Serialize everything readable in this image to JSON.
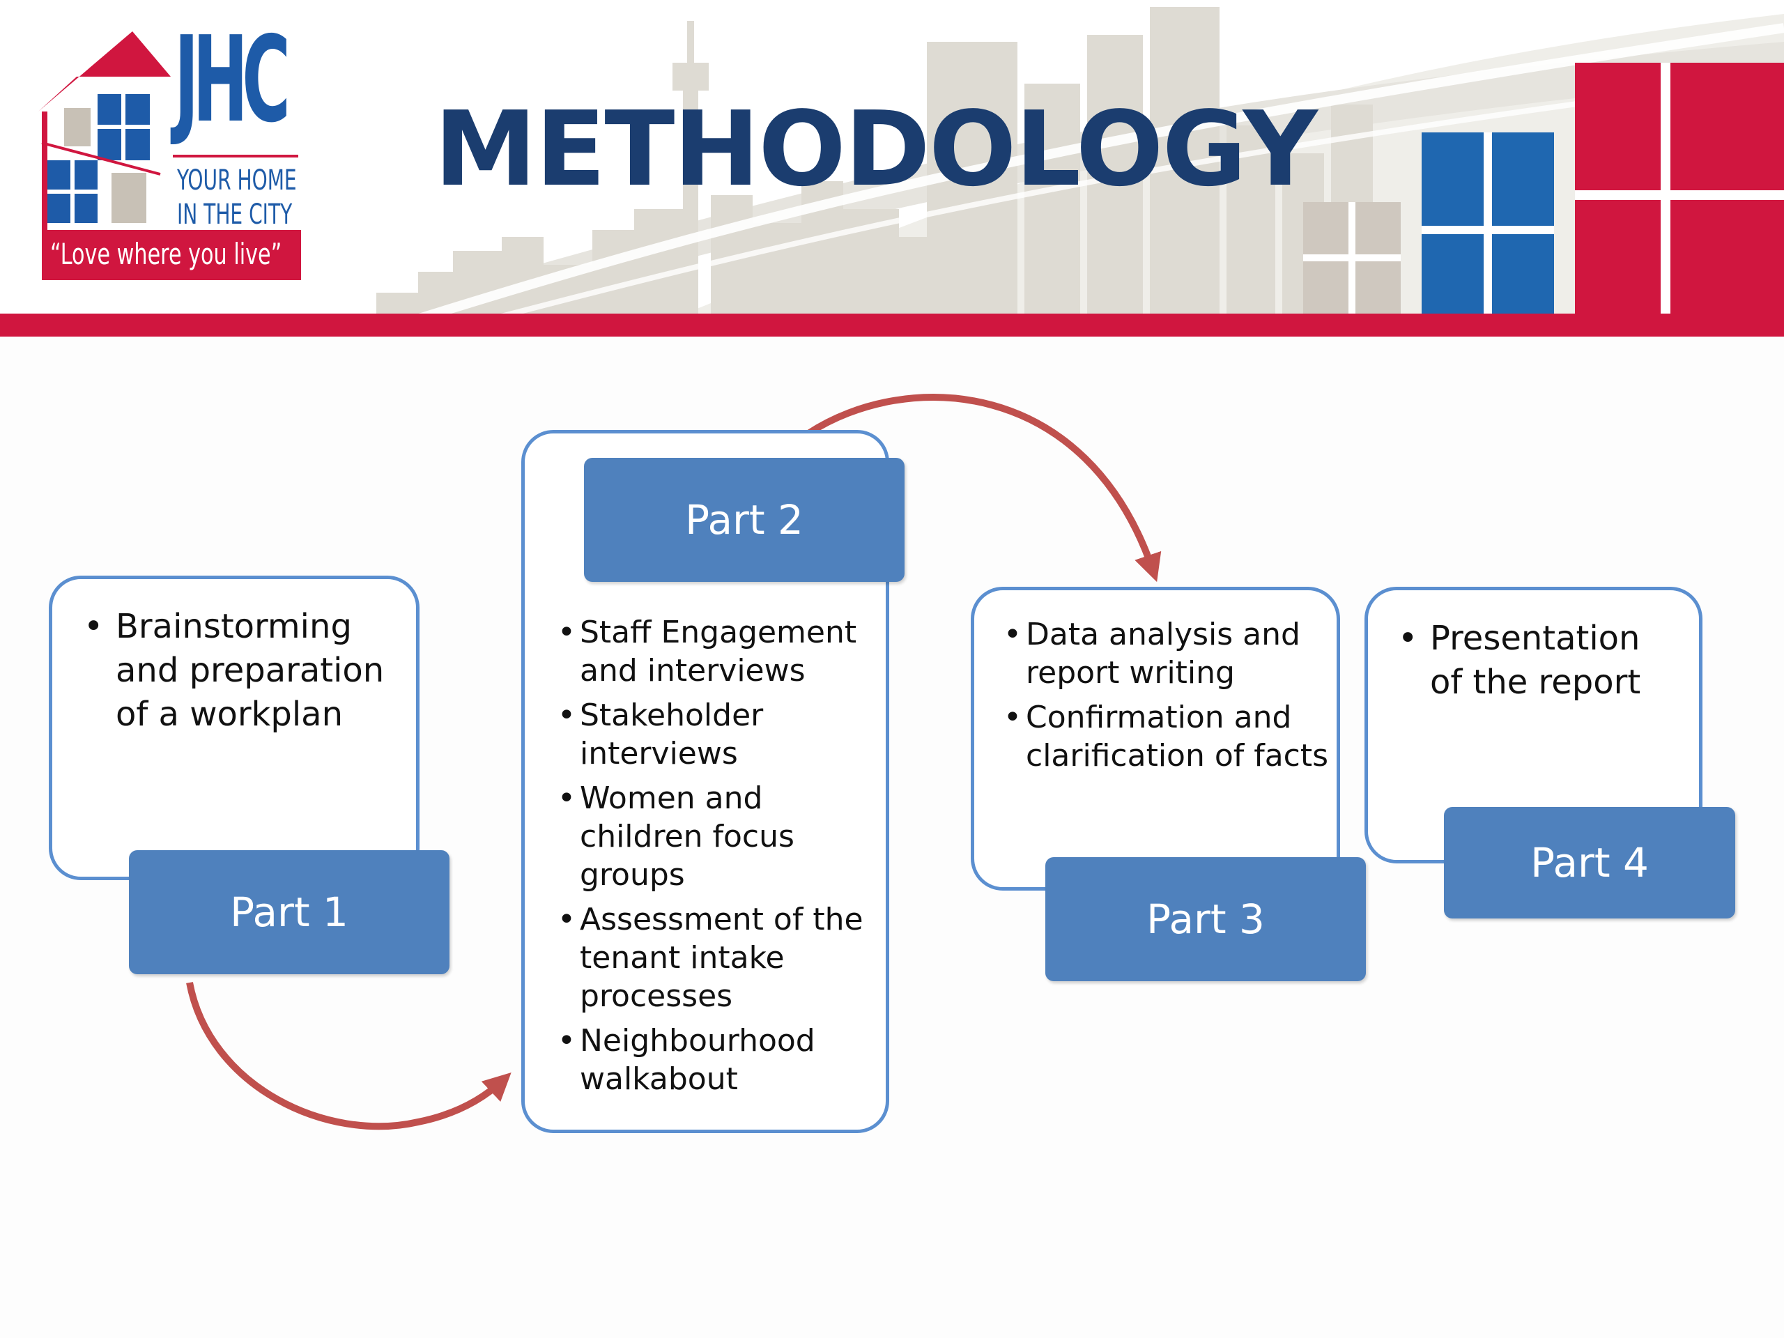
{
  "slide": {
    "title": "METHODOLOGY"
  },
  "logo": {
    "jhc": "JHC",
    "line1": "YOUR HOME",
    "line2": "IN THE CITY",
    "tagline": "“Love where you live”"
  },
  "colors": {
    "brand_blue": "#1e5ba8",
    "brand_red": "#d0163f",
    "title_navy": "#1b3d6f",
    "part_fill": "#4f81bd",
    "outline_blue": "#5b8fd0",
    "arrow_red": "#c0504d"
  },
  "parts": [
    {
      "label": "Part 1",
      "items": [
        "Brainstorming and preparation of a workplan"
      ]
    },
    {
      "label": "Part 2",
      "items": [
        "Staff Engagement and interviews",
        "Stakeholder interviews",
        "Women and children focus groups",
        "Assessment of the tenant intake processes",
        "Neighbourhood walkabout"
      ]
    },
    {
      "label": "Part 3",
      "items": [
        "Data analysis and report writing",
        "Confirmation and clarification of facts"
      ]
    },
    {
      "label": "Part 4",
      "items": [
        "Presentation of the report"
      ]
    }
  ],
  "icons": {
    "logo_house": "house-icon",
    "skyline": "city-skyline",
    "windows": "building-windows",
    "flow_arrow": "curved-arrow-icon"
  }
}
